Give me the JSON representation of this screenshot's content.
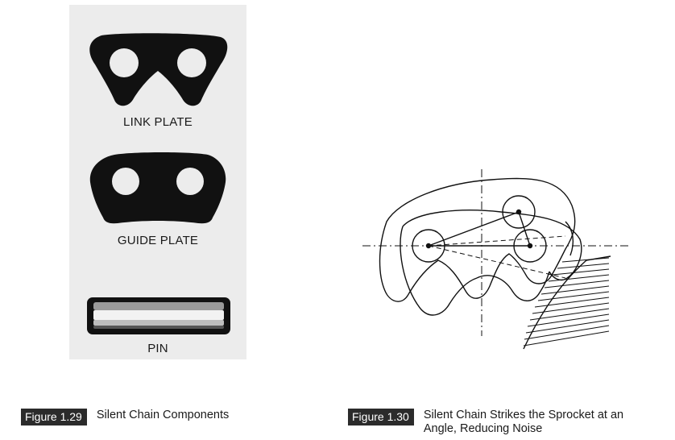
{
  "left_figure": {
    "labels": {
      "link_plate": "LINK PLATE",
      "guide_plate": "GUIDE PLATE",
      "pin": "PIN"
    }
  },
  "captions": [
    {
      "tag": "Figure 1.29",
      "text": "Silent Chain Components"
    },
    {
      "tag": "Figure 1.30",
      "text_line1": "Silent Chain Strikes the Sprocket at an",
      "text_line2": "Angle, Reducing Noise"
    }
  ],
  "colors": {
    "panel_bg": "#ececec",
    "ink": "#111111",
    "tag_bg": "#2b2b2b"
  }
}
